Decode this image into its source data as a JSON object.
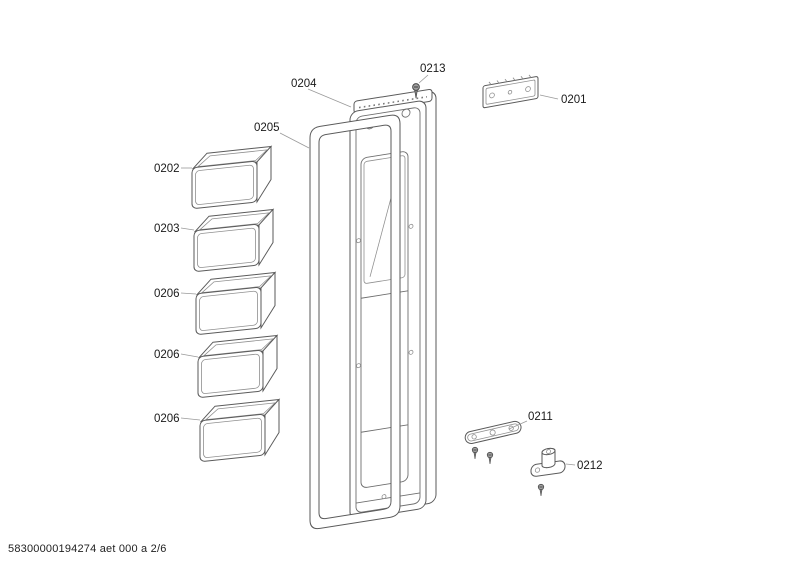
{
  "page": {
    "footer_text": "58300000194274 aet 000 a 2/6"
  },
  "colors": {
    "background": "#ffffff",
    "line": "#5a5a5a",
    "line_light": "#8f8f8f",
    "leader": "#9a9a9a",
    "label_text": "#1a1a1a"
  },
  "labels": {
    "door_panel": "0204",
    "gasket": "0205",
    "screw": "0213",
    "hinge_cover": "0201",
    "bin_1": "0202",
    "bin_2": "0203",
    "bin_3": "0206",
    "bin_4": "0206",
    "bin_5": "0206",
    "bracket": "0211",
    "hinge": "0212"
  }
}
